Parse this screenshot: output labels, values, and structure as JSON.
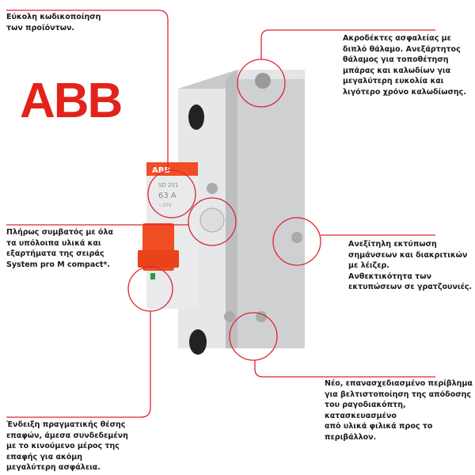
{
  "logo": {
    "text": "ABB",
    "color": "#e2231a"
  },
  "device_label": {
    "brand": "ABB",
    "model": "SD 201",
    "rating": "63 A",
    "voltage": "~20V"
  },
  "annotations": {
    "coding": "Εύκολη κωδικοποίηση\nτων προϊόντων.",
    "terminals": "Ακροδέκτες ασφαλείας με\nδιπλό θάλαμο. Ανεξάρτητος\nθάλαμος για τοποθέτηση\nμπάρας και καλωδίων για\nμεγαλύτερη ευκολία και\nλιγότερο χρόνο  καλωδίωσης.",
    "compatibility": "Πλήρως συμβατός με όλα\nτα υπόλοιπα υλικά και\nεξαρτήματα της σειράς\nSystem pro M compact*.",
    "laser": "Ανεξίτηλη εκτύπωση\nσημάνσεων και διακριτικών\nμε λέιζερ.\nΑνθεκτικότητα των\nεκτυπώσεων σε γρατζουνιές.",
    "housing": "Νέο, επανασχεδιασμένο περίβλημα\nγια βελτιστοποίηση της απόδοσης\nτου ραγοδιακόπτη, κατασκευασμένο\nαπό υλικά φιλικά προς το\nπεριβάλλον.",
    "contact_indicator": "Ένδειξη πραγματικής θέσης\nεπαφών, άμεσα συνδεδεμένη\nμε το κινούμενο μέρος της\nεπαφής για ακόμη\nμεγαλύτερη ασφάλεια."
  },
  "colors": {
    "callout": "#e2232f",
    "toggle": "#f04e23",
    "body": "#d9dadb"
  }
}
